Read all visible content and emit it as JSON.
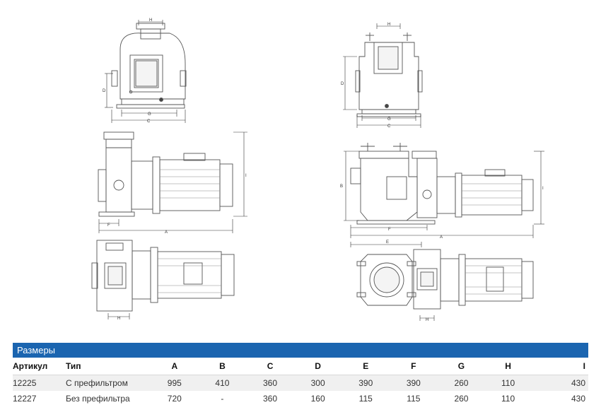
{
  "drawing_labels": {
    "H": "H",
    "D": "D",
    "G": "G",
    "C": "C",
    "B": "B",
    "I": "I",
    "F": "F",
    "A": "A",
    "E": "E"
  },
  "table": {
    "title": "Размеры",
    "headers": [
      "Артикул",
      "Тип",
      "A",
      "B",
      "C",
      "D",
      "E",
      "F",
      "G",
      "H",
      "I"
    ],
    "rows": [
      [
        "12225",
        "С префильтром",
        "995",
        "410",
        "360",
        "300",
        "390",
        "390",
        "260",
        "110",
        "430"
      ],
      [
        "12227",
        "Без префильтра",
        "720",
        "-",
        "360",
        "160",
        "115",
        "115",
        "260",
        "110",
        "430"
      ]
    ]
  },
  "colors": {
    "header_bar": "#1b65b0",
    "line": "#555555",
    "dim_line": "#333333"
  }
}
